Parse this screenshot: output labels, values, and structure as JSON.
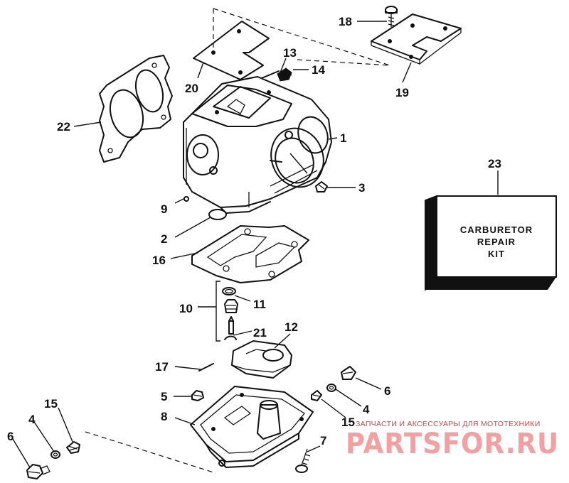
{
  "callouts": {
    "c1": "1",
    "c2": "2",
    "c3": "3",
    "c4a": "4",
    "c4b": "4",
    "c5": "5",
    "c6a": "6",
    "c6b": "6",
    "c7": "7",
    "c8": "8",
    "c9": "9",
    "c10": "10",
    "c11": "11",
    "c12": "12",
    "c13": "13",
    "c14": "14",
    "c15a": "15",
    "c15b": "15",
    "c16": "16",
    "c17": "17",
    "c18": "18",
    "c19": "19",
    "c20": "20",
    "c21": "21",
    "c22": "22",
    "c23": "23"
  },
  "kit_box": {
    "line1": "CARBURETOR",
    "line2": "REPAIR",
    "line3": "KIT"
  },
  "watermark": {
    "tagline": "ЗАПЧАСТИ И АКСЕССУАРЫ ДЛЯ МОТОТЕХНИКИ",
    "logo": "PARTSFOR.RU"
  }
}
